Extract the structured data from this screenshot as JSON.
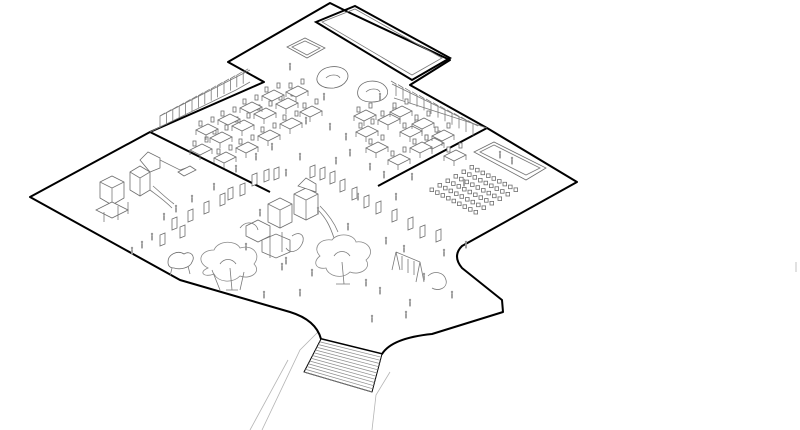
{
  "diagram": {
    "kind": "isometric floor plan axonometric",
    "zones": [
      "play-structures",
      "classroom-desks",
      "seating-rows",
      "trees",
      "swing-set",
      "stage-entrance-stairs"
    ],
    "colors": {
      "outline": "#000000",
      "detail": "#7a7a7a",
      "people": "#9a9a9a",
      "background": "#ffffff"
    }
  }
}
